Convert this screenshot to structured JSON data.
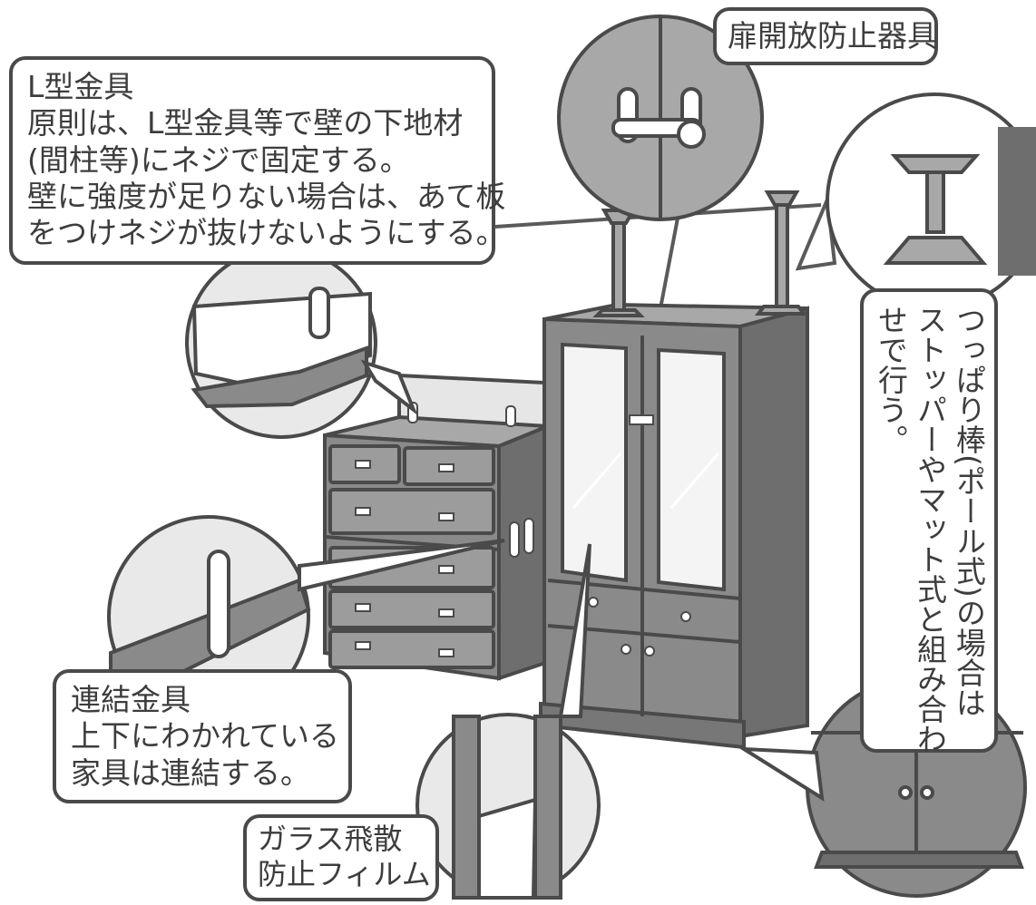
{
  "callouts": {
    "l_bracket": {
      "lines": [
        "L型金具",
        "原則は、L型金具等で壁の下地材",
        "(間柱等)にネジで固定する。",
        "壁に強度が足りない場合は、あて板",
        "をつけネジが抜けないようにする。"
      ]
    },
    "door_guard": {
      "label": "扉開放防止器具"
    },
    "pole": {
      "lines": [
        "つっぱり棒(ポール式)の場合は",
        "ストッパーやマット式と組み合わ",
        "せで行う。"
      ]
    },
    "connector": {
      "lines": [
        "連結金具",
        "上下にわかれている",
        "家具は連結する。"
      ]
    },
    "film": {
      "lines": [
        "ガラス飛散",
        "防止フィルム"
      ]
    }
  },
  "colors": {
    "outline": "#4a4a4a",
    "furniture": "#8a8a8a",
    "furniture_dark": "#6e6e6e",
    "furniture_light": "#a8a8a8",
    "wall": "#e6e6e6",
    "glass": "#f4f4f4",
    "background": "#ffffff"
  }
}
